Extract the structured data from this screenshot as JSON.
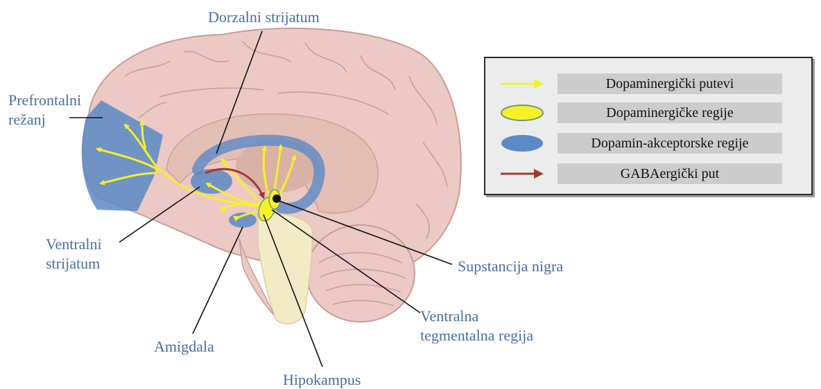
{
  "labels": {
    "dorsal_striatum": "Dorzalni strijatum",
    "prefrontal_line1": "Prefrontalni",
    "prefrontal_line2": "režanj",
    "ventral_striatum_line1": "Ventralni",
    "ventral_striatum_line2": "strijatum",
    "substantia_nigra": "Supstancija nigra",
    "vta_line1": "Ventralna",
    "vta_line2": "tegmentalna regija",
    "amygdala": "Amigdala",
    "hippocampus": "Hipokampus"
  },
  "legend": {
    "items": [
      {
        "label": "Dopaminergički putevi",
        "symbol": "yellow-arrow-icon"
      },
      {
        "label": "Dopaminergičke regije",
        "symbol": "yellow-ellipse-icon"
      },
      {
        "label": "Dopamin-akceptorske regije",
        "symbol": "blue-ellipse-icon"
      },
      {
        "label": "GABAergički put",
        "symbol": "red-arrow-icon"
      }
    ]
  },
  "colors": {
    "label_text": "#4a6fa0",
    "brain_tissue": "#ecc9c4",
    "brain_inner": "#d9b2a6",
    "brainstem": "#f2ebc6",
    "pathway_yellow": "#f5f029",
    "receptor_blue": "#5b8ac6",
    "gaba_red": "#a2392e"
  }
}
